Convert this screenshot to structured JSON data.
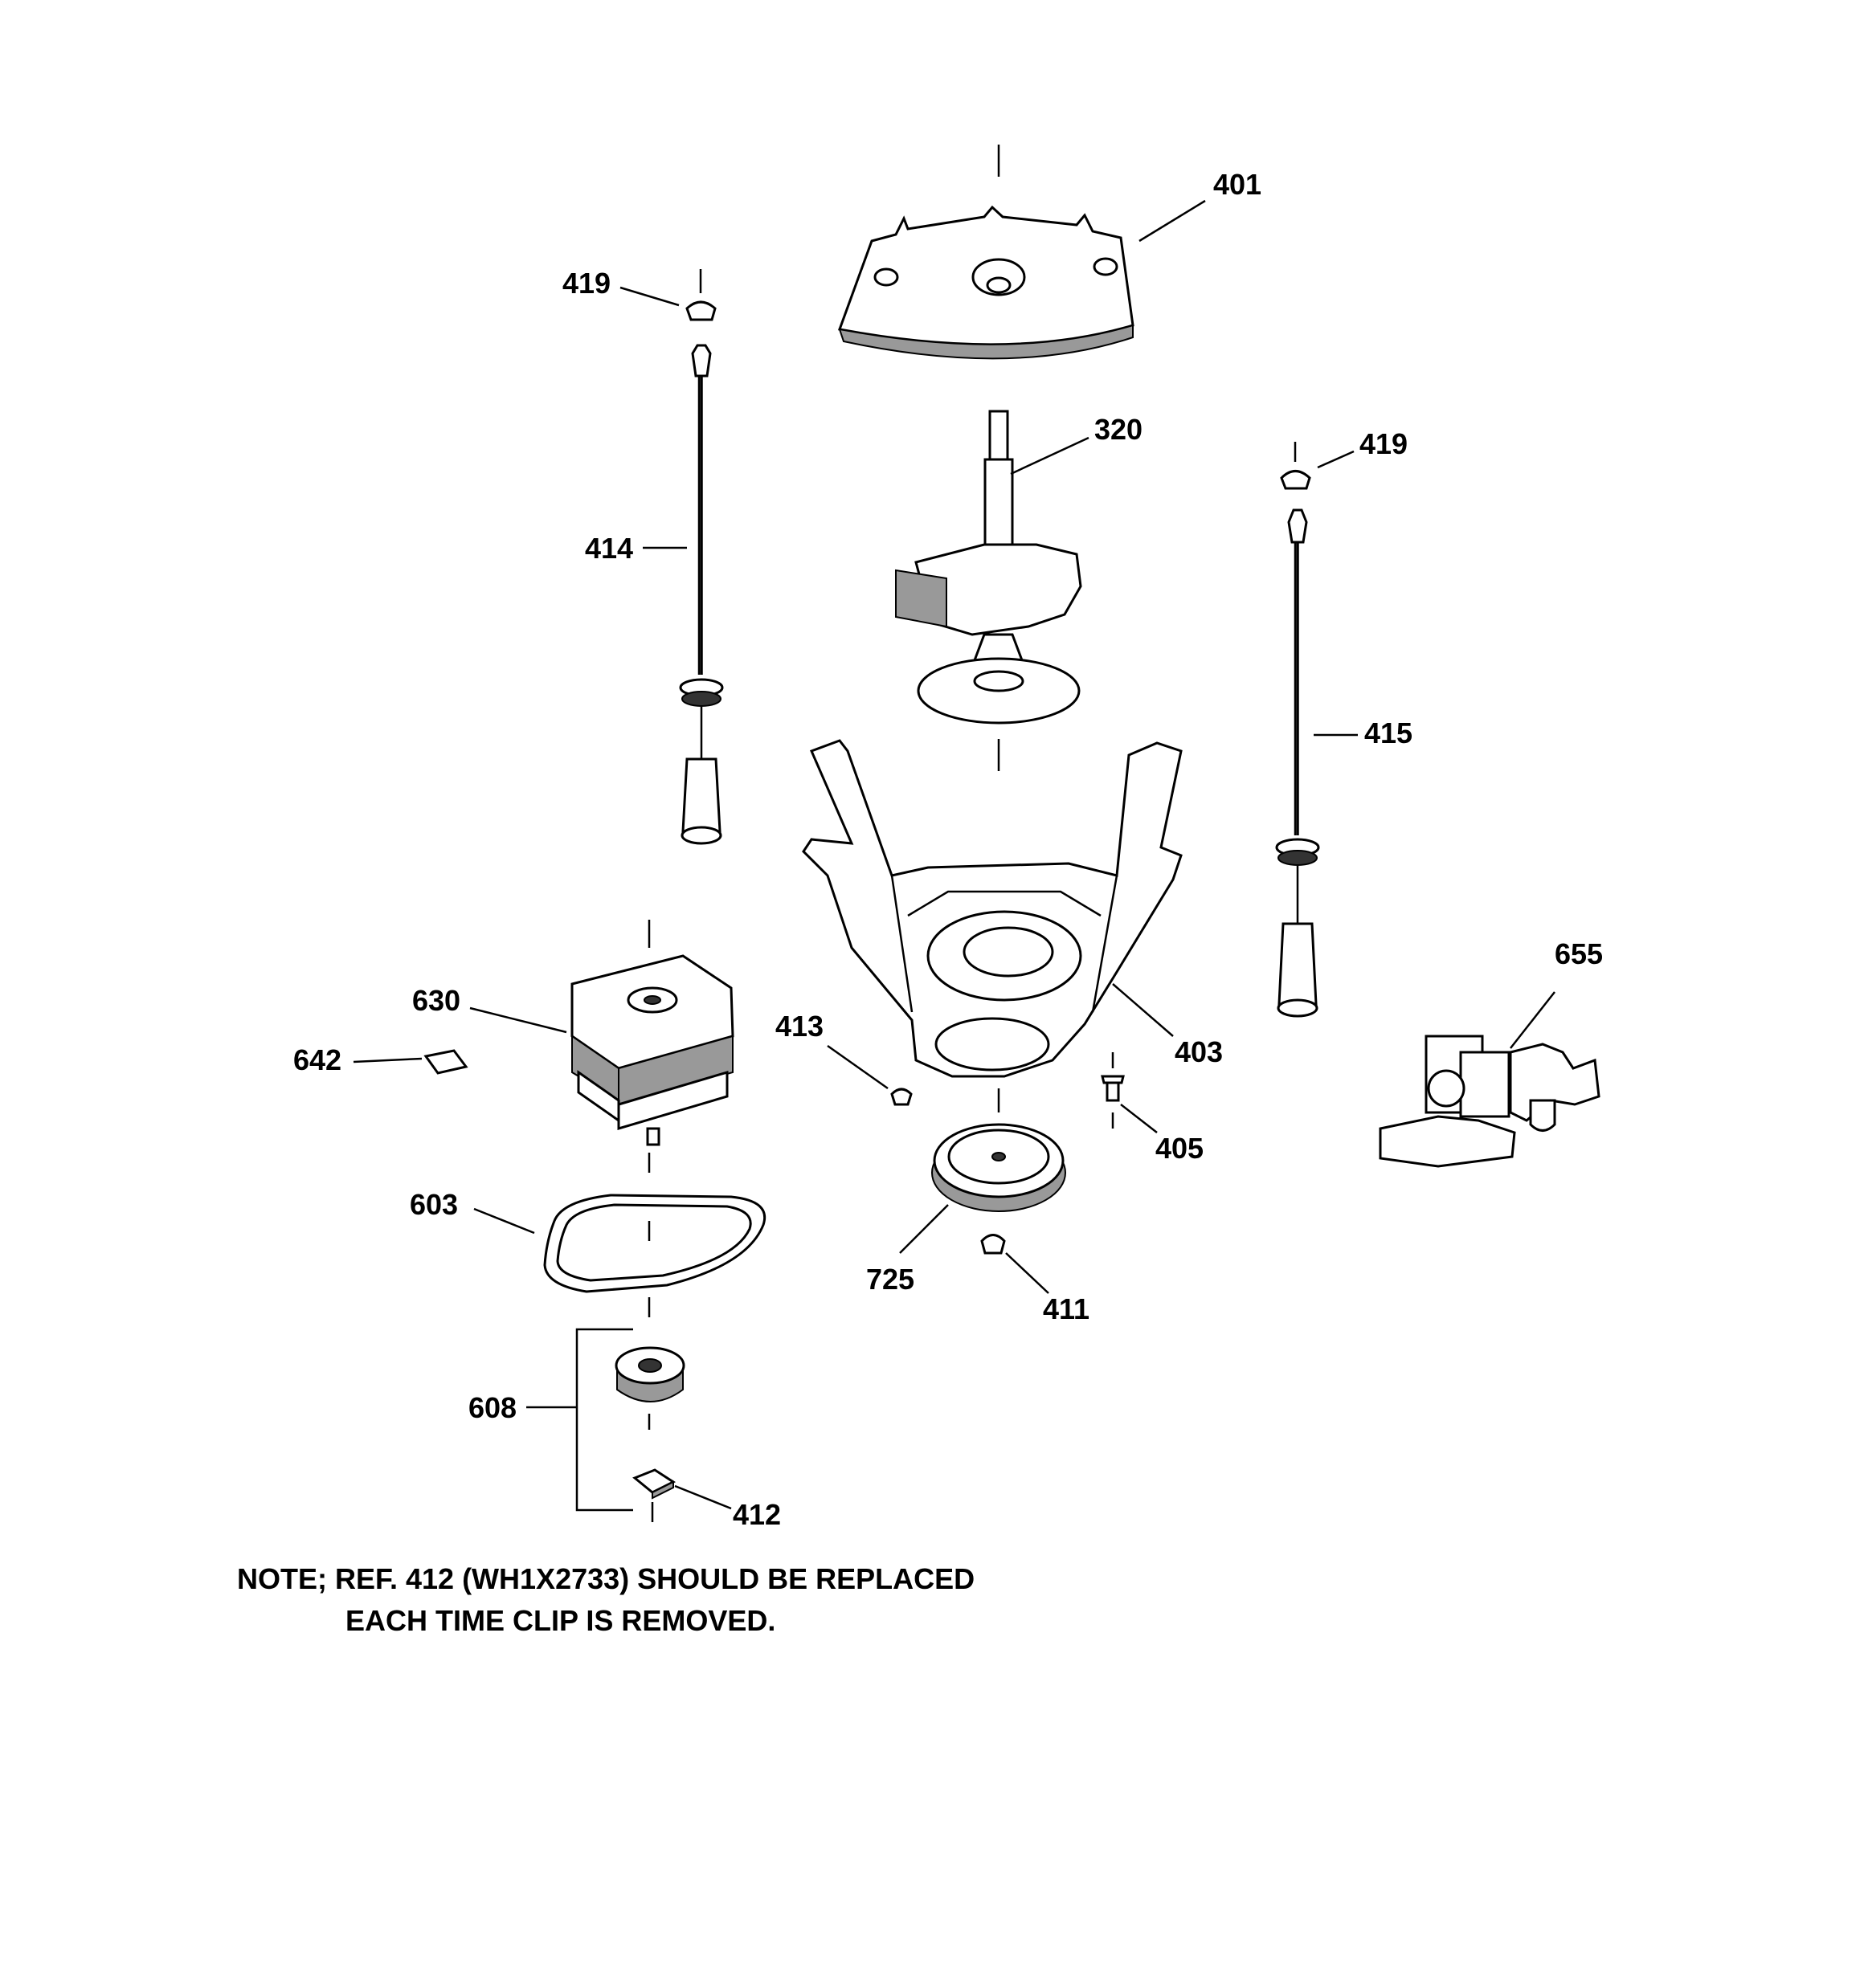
{
  "labels": {
    "p401": "401",
    "p419a": "419",
    "p419b": "419",
    "p320": "320",
    "p414": "414",
    "p415": "415",
    "p655": "655",
    "p630": "630",
    "p642": "642",
    "p413": "413",
    "p403": "403",
    "p405": "405",
    "p603": "603",
    "p725": "725",
    "p411": "411",
    "p608": "608",
    "p412": "412"
  },
  "note": {
    "line1": "NOTE; REF. 412 (WH1X2733) SHOULD BE REPLACED",
    "line2": "EACH TIME CLIP IS REMOVED."
  }
}
